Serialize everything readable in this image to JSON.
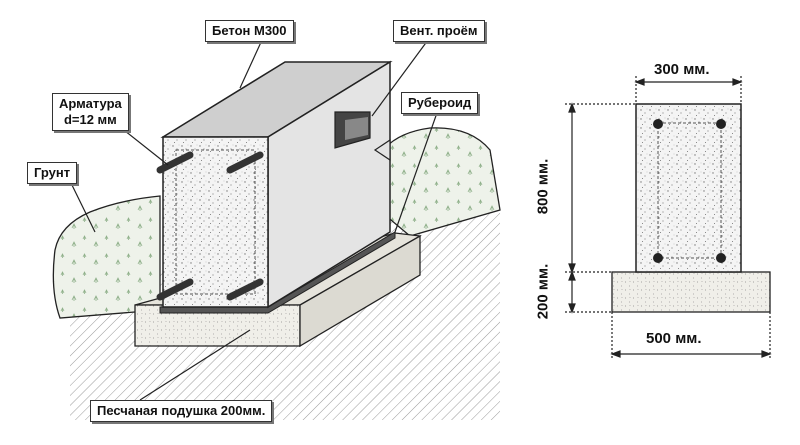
{
  "labels": {
    "concrete": "Бетон  М300",
    "vent": "Вент. проём",
    "rebar_line1": "Арматура",
    "rebar_line2": "d=12 мм",
    "roofing": "Рубероид",
    "soil": "Грунт",
    "sand": "Песчаная подушка 200мм."
  },
  "dimensions": {
    "top_width": "300 мм.",
    "height": "800 мм.",
    "pad_height": "200 мм.",
    "bottom_width": "500 мм."
  },
  "colors": {
    "concrete_front": "#f4f4f4",
    "concrete_side": "#e2e2e2",
    "concrete_top": "#d0d0d0",
    "sand": "#f0efe9",
    "soil": "#eef2ea",
    "ground_hatch": "#9a9a9a",
    "outline": "#222222"
  }
}
